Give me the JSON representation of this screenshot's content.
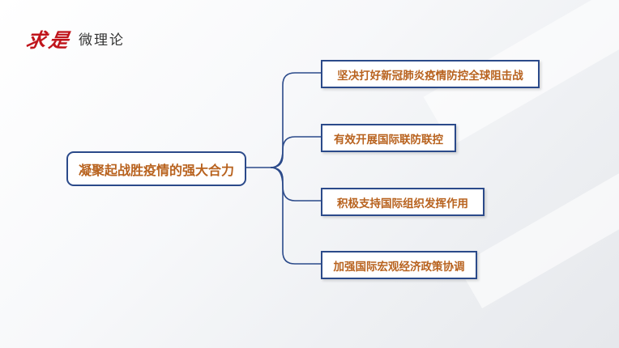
{
  "logo": {
    "mark": "求是",
    "text": "微理论"
  },
  "root": {
    "label": "凝聚起战胜疫情的强大合力"
  },
  "branches": [
    {
      "label": "坚决打好新冠肺炎疫情防控全球阻击战"
    },
    {
      "label": "有效开展国际联防联控"
    },
    {
      "label": "积极支持国际组织发挥作用"
    },
    {
      "label": "加强国际宏观经济政策协调"
    }
  ],
  "colors": {
    "line": "#2b4a8a",
    "text": "#b8621e",
    "logo": "#c0141b"
  }
}
